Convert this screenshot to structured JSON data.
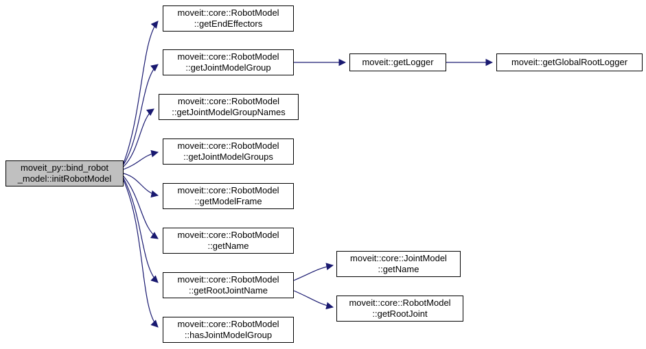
{
  "diagram_type": "call-graph",
  "colors": {
    "edge": "#191970",
    "highlight_fill": "#c0c0c0",
    "node_fill": "#ffffff",
    "node_border": "#000000"
  },
  "nodes": {
    "init": {
      "line1": "moveit_py::bind_robot",
      "line2": "_model::initRobotModel",
      "highlighted": true
    },
    "getEndEffectors": {
      "line1": "moveit::core::RobotModel",
      "line2": "::getEndEffectors"
    },
    "getJointModelGroup": {
      "line1": "moveit::core::RobotModel",
      "line2": "::getJointModelGroup"
    },
    "getJointModelGroupNames": {
      "line1": "moveit::core::RobotModel",
      "line2": "::getJointModelGroupNames"
    },
    "getJointModelGroups": {
      "line1": "moveit::core::RobotModel",
      "line2": "::getJointModelGroups"
    },
    "getModelFrame": {
      "line1": "moveit::core::RobotModel",
      "line2": "::getModelFrame"
    },
    "getName": {
      "line1": "moveit::core::RobotModel",
      "line2": "::getName"
    },
    "getRootJointName": {
      "line1": "moveit::core::RobotModel",
      "line2": "::getRootJointName"
    },
    "hasJointModelGroup": {
      "line1": "moveit::core::RobotModel",
      "line2": "::hasJointModelGroup"
    },
    "getLogger": {
      "line1": "moveit::getLogger"
    },
    "getGlobalRootLogger": {
      "line1": "moveit::getGlobalRootLogger"
    },
    "jointGetName": {
      "line1": "moveit::core::JointModel",
      "line2": "::getName"
    },
    "getRootJoint": {
      "line1": "moveit::core::RobotModel",
      "line2": "::getRootJoint"
    }
  },
  "edges": [
    {
      "from": "init",
      "to": "getEndEffectors"
    },
    {
      "from": "init",
      "to": "getJointModelGroup"
    },
    {
      "from": "init",
      "to": "getJointModelGroupNames"
    },
    {
      "from": "init",
      "to": "getJointModelGroups"
    },
    {
      "from": "init",
      "to": "getModelFrame"
    },
    {
      "from": "init",
      "to": "getName"
    },
    {
      "from": "init",
      "to": "getRootJointName"
    },
    {
      "from": "init",
      "to": "hasJointModelGroup"
    },
    {
      "from": "getJointModelGroup",
      "to": "getLogger"
    },
    {
      "from": "getLogger",
      "to": "getGlobalRootLogger"
    },
    {
      "from": "getRootJointName",
      "to": "jointGetName"
    },
    {
      "from": "getRootJointName",
      "to": "getRootJoint"
    }
  ]
}
